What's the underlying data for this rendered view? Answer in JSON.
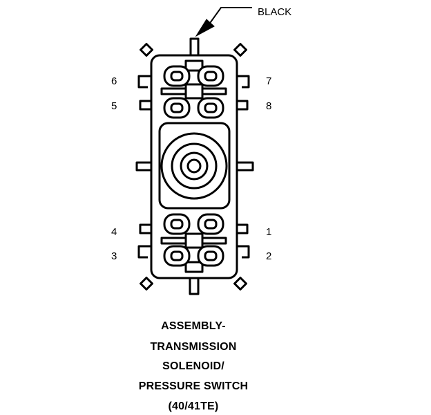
{
  "wire_label": "BLACK",
  "pin_labels": {
    "p6": "6",
    "p5": "5",
    "p4": "4",
    "p3": "3",
    "p7": "7",
    "p8": "8",
    "p1": "1",
    "p2": "2"
  },
  "caption": [
    "ASSEMBLY-",
    "TRANSMISSION",
    "SOLENOID/",
    "PRESSURE SWITCH",
    "(40/41TE)"
  ]
}
